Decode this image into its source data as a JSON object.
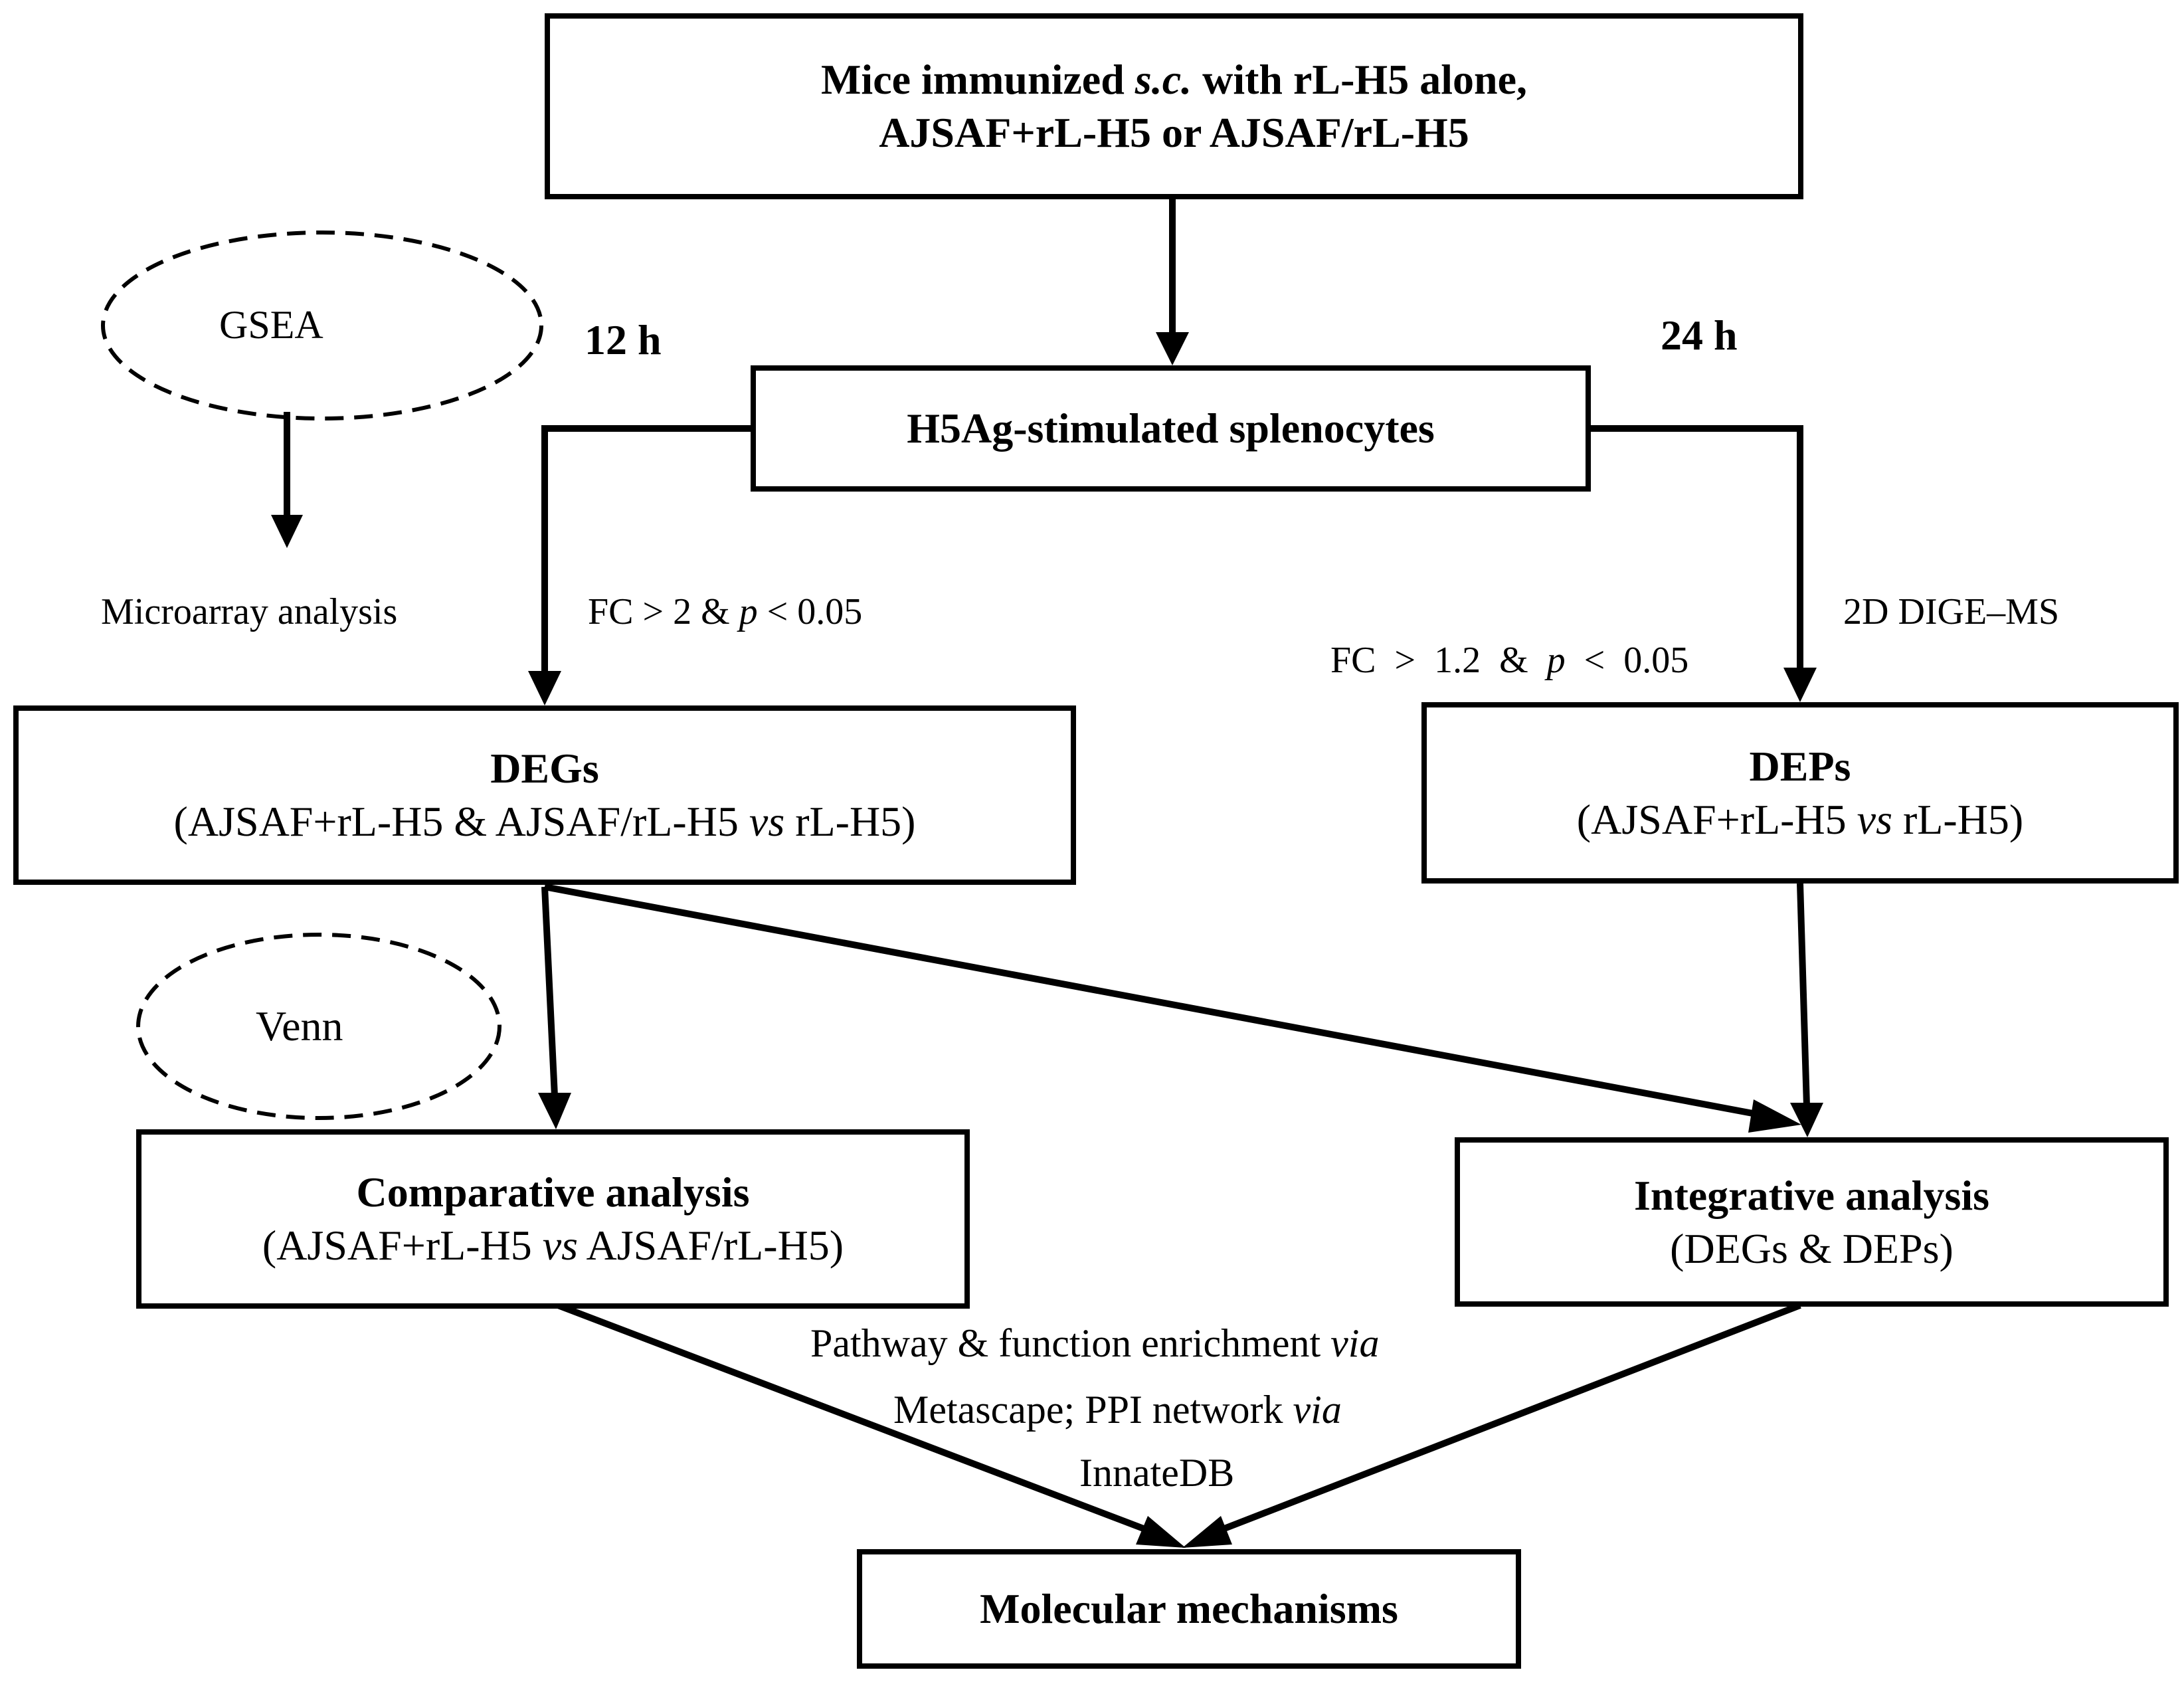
{
  "nodes": {
    "immunized": {
      "line1_a": "Mice immunized ",
      "line1_it": "s.c.",
      "line1_b": " with rL-H5 alone,",
      "line2": "AJSAF+rL-H5 or AJSAF/rL-H5"
    },
    "splenocytes": {
      "label": "H5Ag-stimulated splenocytes"
    },
    "degs": {
      "title": "DEGs",
      "sub_a": "(AJSAF+rL-H5 & AJSAF/rL-H5 ",
      "sub_it": "vs",
      "sub_b": " rL-H5)"
    },
    "deps": {
      "title": "DEPs",
      "sub_a": "(AJSAF+rL-H5 ",
      "sub_it": "vs",
      "sub_b": " rL-H5)"
    },
    "comparative": {
      "title": "Comparative analysis",
      "sub_a": "(AJSAF+rL-H5 ",
      "sub_it": "vs",
      "sub_b": " AJSAF/rL-H5)"
    },
    "integrative": {
      "title": "Integrative analysis",
      "sub": "(DEGs & DEPs)"
    },
    "molecular": {
      "label": "Molecular mechanisms"
    }
  },
  "ellipses": {
    "gsea": "GSEA",
    "venn": "Venn"
  },
  "labels": {
    "time_12h": "12 h",
    "time_24h": "24 h",
    "microarray": "Microarray analysis",
    "fc_left_a": "FC > 2 & ",
    "fc_left_it": "p",
    "fc_left_b": " < 0.05",
    "fc_right_a": "FC  >  1.2  &  ",
    "fc_right_it": "p",
    "fc_right_b": "  <  0.05",
    "dige": "2D DIGE–MS",
    "enrich_1a": "Pathway & function enrichment ",
    "enrich_1it": "via",
    "enrich_2a": "Metascape; PPI network ",
    "enrich_2it": "via",
    "enrich_3": "InnateDB"
  }
}
